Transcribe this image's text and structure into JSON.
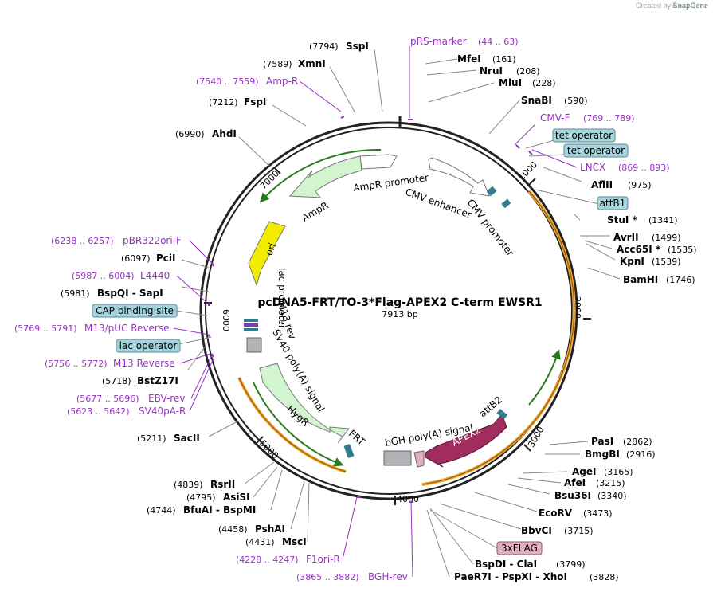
{
  "credit": {
    "prefix": "Created by",
    "brand": "SnapGene"
  },
  "plasmid": {
    "name": "pcDNA5-FRT/TO-3*Flag-APEX2 C-term EWSR1",
    "size_label": "7913 bp",
    "length": 7913
  },
  "ticks": [
    "1000",
    "2000",
    "3000",
    "4000",
    "5000",
    "6000",
    "7000"
  ],
  "colors": {
    "enzyme": "#000000",
    "primer": "#9b2fc9",
    "feature_box": "#a6d4dc",
    "flag_box": "#e0b0c0",
    "promoter_green": "#d2f5d0",
    "ori": "#f2ec00",
    "apex": "#a02d5e",
    "orange": "#f2a830"
  },
  "enzymes": [
    {
      "pos": "(7794)",
      "name": "SspI"
    },
    {
      "pos": "(7589)",
      "name": "XmnI"
    },
    {
      "pos": "(7212)",
      "name": "FspI"
    },
    {
      "pos": "(6990)",
      "name": "AhdI"
    },
    {
      "pos": "(6097)",
      "name": "PciI"
    },
    {
      "pos": "(5981)",
      "name": "BspQI - SapI"
    },
    {
      "pos": "(5718)",
      "name": "BstZ17I"
    },
    {
      "pos": "(5211)",
      "name": "SacII"
    },
    {
      "pos": "(4839)",
      "name": "RsrII"
    },
    {
      "pos": "(4795)",
      "name": "AsiSI"
    },
    {
      "pos": "(4744)",
      "name": "BfuAI - BspMI"
    },
    {
      "pos": "(4458)",
      "name": "PshAI"
    },
    {
      "pos": "(4431)",
      "name": "MscI"
    },
    {
      "name": "MfeI",
      "pos": "(161)"
    },
    {
      "name": "NruI",
      "pos": "(208)"
    },
    {
      "name": "MluI",
      "pos": "(228)"
    },
    {
      "name": "SnaBI",
      "pos": "(590)"
    },
    {
      "name": "AflII",
      "pos": "(975)"
    },
    {
      "name": "StuI *",
      "pos": "(1341)"
    },
    {
      "name": "AvrII",
      "pos": "(1499)"
    },
    {
      "name": "Acc65I *",
      "pos": "(1535)"
    },
    {
      "name": "KpnI",
      "pos": "(1539)"
    },
    {
      "name": "BamHI",
      "pos": "(1746)"
    },
    {
      "name": "PasI",
      "pos": "(2862)"
    },
    {
      "name": "BmgBI",
      "pos": "(2916)"
    },
    {
      "name": "AgeI",
      "pos": "(3165)"
    },
    {
      "name": "AfeI",
      "pos": "(3215)"
    },
    {
      "name": "Bsu36I",
      "pos": "(3340)"
    },
    {
      "name": "EcoRV",
      "pos": "(3473)"
    },
    {
      "name": "BbvCI",
      "pos": "(3715)"
    },
    {
      "name": "BspDI - ClaI",
      "pos": "(3799)"
    },
    {
      "name": "PaeR7I - PspXI - XhoI",
      "pos": "(3828)"
    }
  ],
  "primers": [
    {
      "name": "pRS-marker",
      "range": "(44 .. 63)"
    },
    {
      "range": "(7540 .. 7559)",
      "name": "Amp-R"
    },
    {
      "name": "CMV-F",
      "range": "(769 .. 789)"
    },
    {
      "name": "LNCX",
      "range": "(869 .. 893)"
    },
    {
      "range": "(6238 .. 6257)",
      "name": "pBR322ori-F"
    },
    {
      "range": "(5987 .. 6004)",
      "name": "L4440"
    },
    {
      "range": "(5769 .. 5791)",
      "name": "M13/pUC Reverse"
    },
    {
      "range": "(5756 .. 5772)",
      "name": "M13 Reverse"
    },
    {
      "range": "(5677 .. 5696)",
      "name": "EBV-rev"
    },
    {
      "range": "(5623 .. 5642)",
      "name": "SV40pA-R"
    },
    {
      "range": "(4228 .. 4247)",
      "name": "F1ori-R"
    },
    {
      "range": "(3865 .. 3882)",
      "name": "BGH-rev"
    }
  ],
  "boxes": [
    {
      "label": "tet operator"
    },
    {
      "label": "tet operator"
    },
    {
      "label": "attB1"
    },
    {
      "label": "CAP binding site"
    },
    {
      "label": "lac operator"
    },
    {
      "label": "3xFLAG"
    }
  ],
  "features": [
    {
      "label": "AmpR promoter"
    },
    {
      "label": "AmpR"
    },
    {
      "label": "ori"
    },
    {
      "label": "CMV enhancer"
    },
    {
      "label": "CMV promoter"
    },
    {
      "label": "lac promoter"
    },
    {
      "label": "M13 rev"
    },
    {
      "label": "SV40 poly(A) signal"
    },
    {
      "label": "HygR"
    },
    {
      "label": "FRT"
    },
    {
      "label": "bGH poly(A) signal"
    },
    {
      "label": "APEX2"
    },
    {
      "label": "attB2"
    }
  ]
}
